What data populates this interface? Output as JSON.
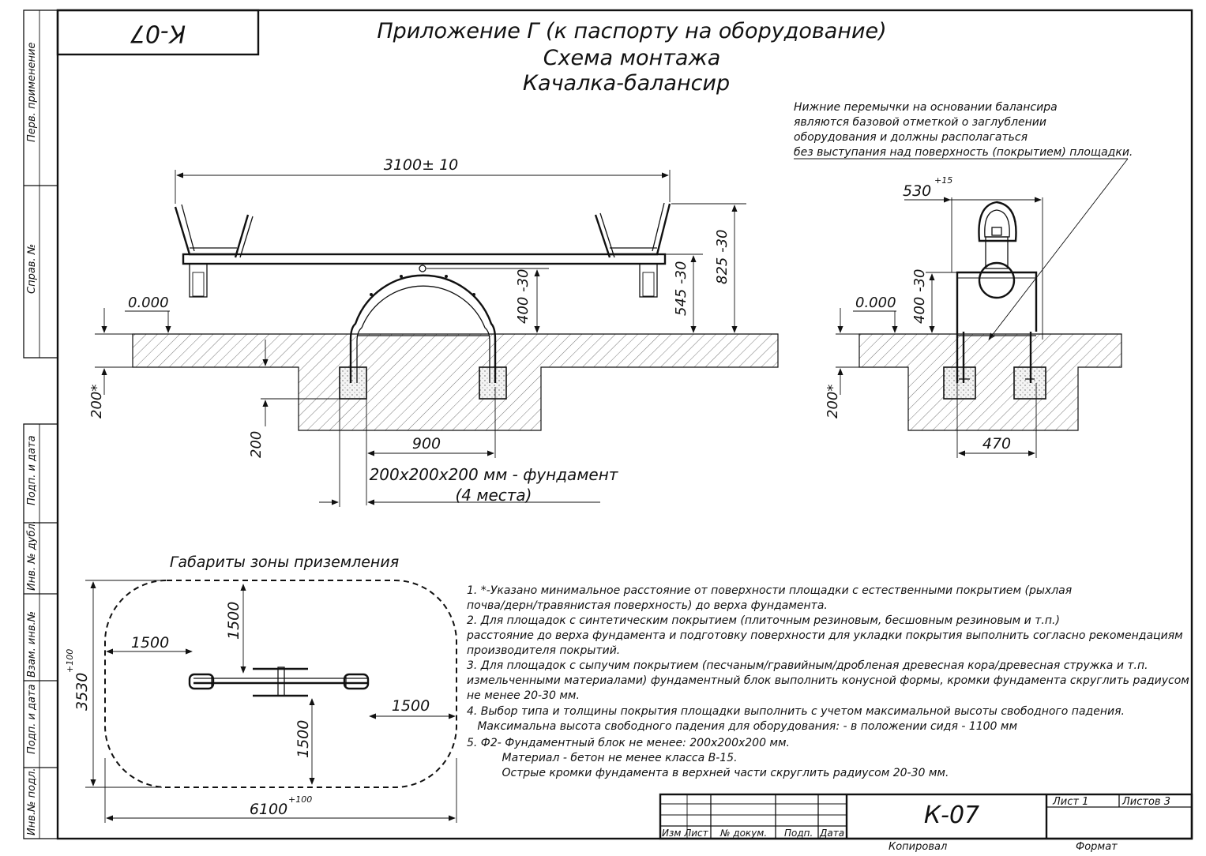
{
  "stamp_code_rotated": "К-07",
  "title": {
    "line1": "Приложение Г (к паспорту на оборудование)",
    "line2": "Схема монтажа",
    "line3": "Качалка-балансир"
  },
  "side_strip": [
    "Перв. применение",
    "Справ. №",
    "Подп. и дата",
    "Инв. № дубл.",
    "Взам. инв.№",
    "Подп. и дата",
    "Инв.№ подл."
  ],
  "note_top": [
    "Нижние перемычки на основании балансира",
    "являются базовой отметкой о заглублении",
    "оборудования и должны располагаться",
    "без выступания над поверхность (покрытием) площадки."
  ],
  "dimensions": {
    "length": "3100± 10",
    "h825": "825 -30",
    "h545": "545 -30",
    "h400": "400 -30",
    "level": "0.000",
    "depth": "200*",
    "depth2": "200",
    "span900": "900",
    "foundation_label": "200х200х200 мм - фундамент",
    "foundation_count": "(4 места)",
    "w530": "530",
    "w530_tol": "+15",
    "h400_side": "400 -30",
    "level_side": "0.000",
    "depth_side": "200*",
    "span470": "470"
  },
  "zone": {
    "title": "Габариты зоны приземления",
    "left": "1500",
    "top": "1500",
    "right": "1500",
    "bottom": "1500",
    "height": "3530",
    "height_tol": "+100",
    "width": "6100",
    "width_tol": "+100"
  },
  "notes": [
    "1. *-Указано минимальное расстояние от поверхности площадки с естественными покрытием (рыхлая",
    "почва/дерн/травянистая поверхность) до верха фундамента.",
    "2. Для площадок с синтетическим покрытием (плиточным резиновым, бесшовным резиновым и т.п.)",
    "расстояние до верха фундамента и подготовку поверхности для укладки покрытия выполнить согласно рекомендациям",
    "производителя покрытий.",
    "3. Для площадок с сыпучим покрытием (песчаным/гравийным/дробленая древесная кора/древесная стружка и т.п.",
    "измельченными материалами) фундаментный блок выполнить конусной формы, кромки фундамента скруглить радиусом",
    "не менее 20-30 мм.",
    "4. Выбор типа и толщины покрытия площадки выполнить с учетом максимальной высоты свободного падения.",
    "   Максимальна высота свободного падения для оборудования: - в положении сидя - 1100 мм",
    "5. Ф2- Фундаментный блок не менее: 200х200х200 мм.",
    "          Материал - бетон не менее класса В-15.",
    "          Острые кромки фундамента в верхней части скруглить радиусом 20-30 мм."
  ],
  "title_block": {
    "code": "К-07",
    "sheet": "Лист 1",
    "sheets": "Листов 3",
    "col_izm": "Изм Лист",
    "col_doc": "№ докум.",
    "col_sign": "Подп.",
    "col_date": "Дата",
    "copied": "Копировал",
    "format": "Формат"
  }
}
